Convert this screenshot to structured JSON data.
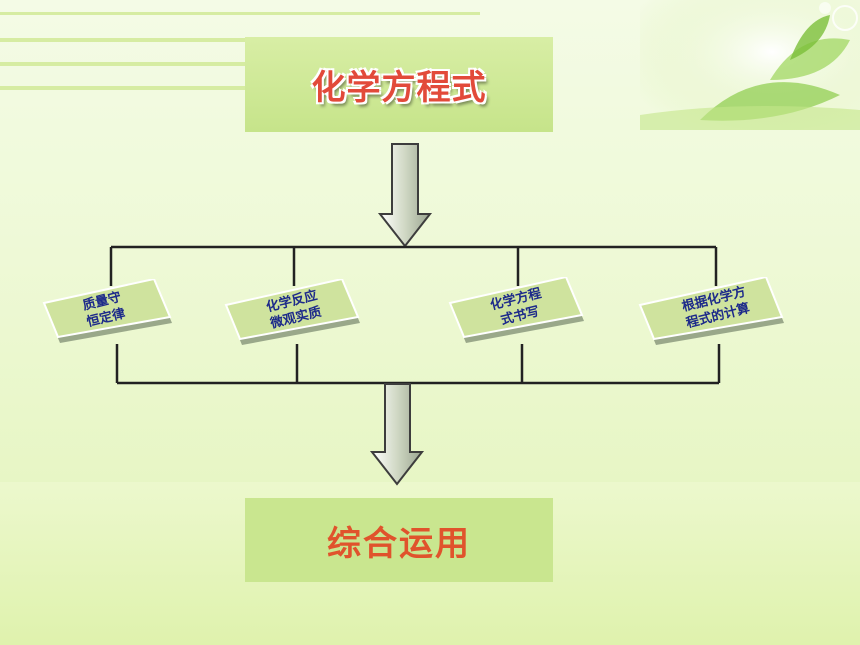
{
  "title": "化学方程式",
  "topics": [
    {
      "line1": "质量守",
      "line2": "恒定律"
    },
    {
      "line1": "化学反应",
      "line2": "微观实质"
    },
    {
      "line1": "化学方程",
      "line2": "式书写"
    },
    {
      "line1": "根据化学方",
      "line2": "程式的计算"
    }
  ],
  "application": "综合运用",
  "colors": {
    "title": "#e24a3a",
    "application": "#e0532c",
    "topic_text": "#1d2a8a",
    "box": "#c9e68f"
  }
}
